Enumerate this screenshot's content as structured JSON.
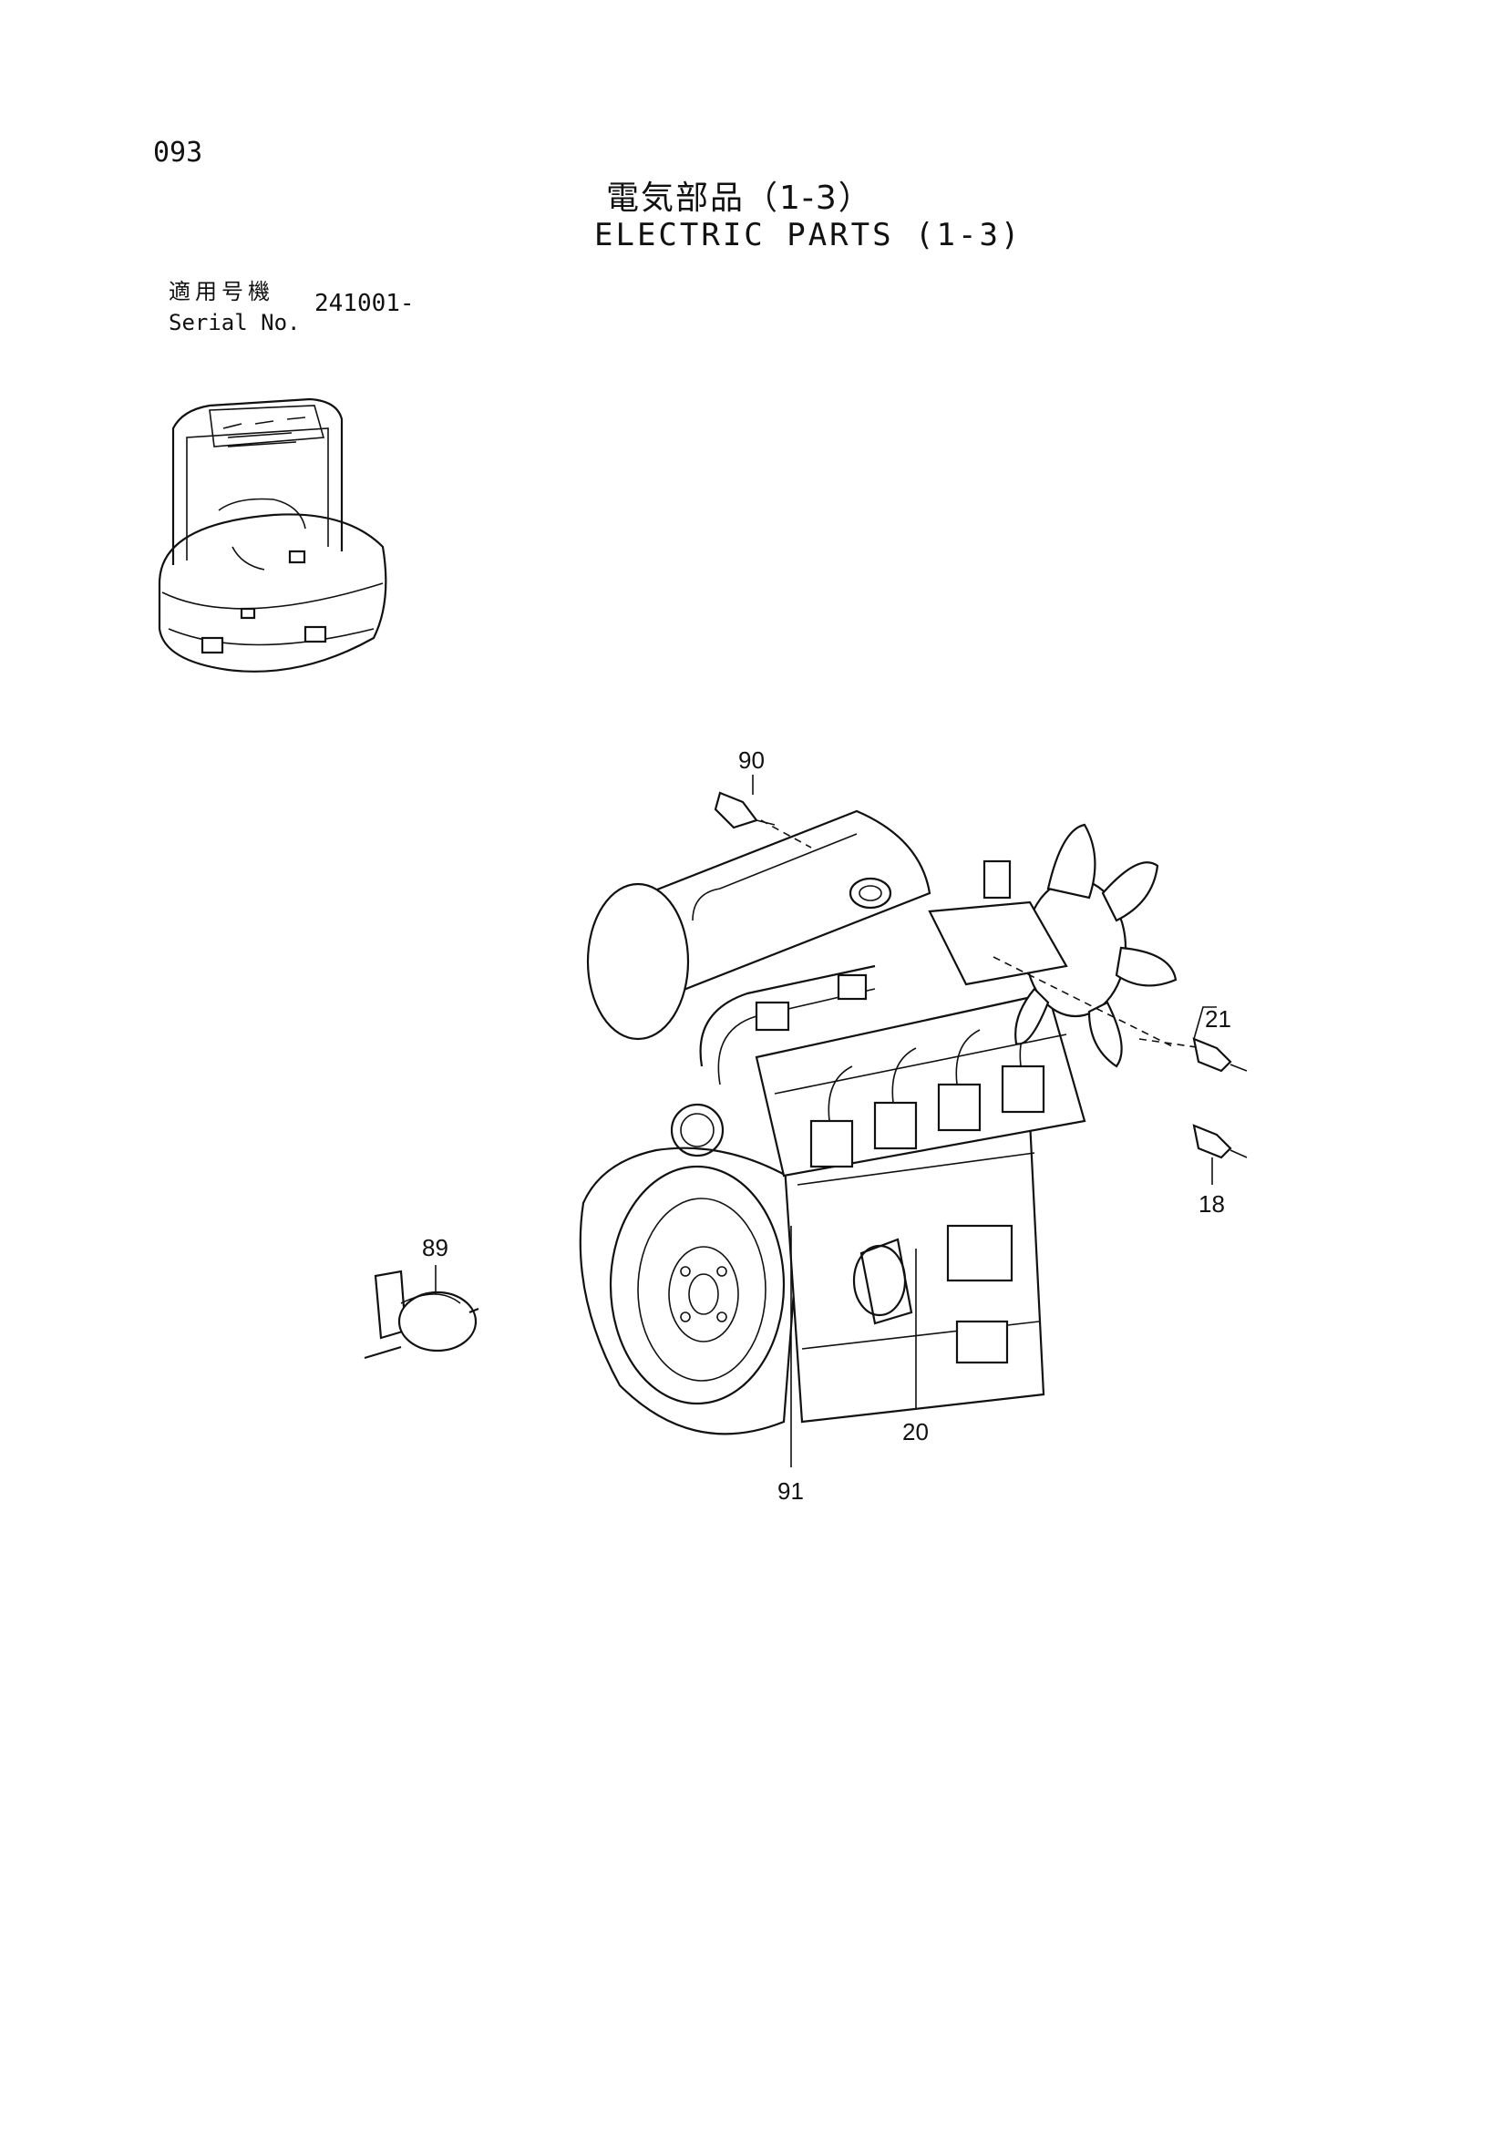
{
  "header": {
    "page_number": "093",
    "title_jp": "電気部品（1-3）",
    "title_en": "ELECTRIC PARTS (1-3)"
  },
  "serial": {
    "label_jp": "適用号機",
    "label_en": "Serial No.",
    "value": "241001-"
  },
  "callouts": {
    "c90": "90",
    "c21": "21",
    "c18": "18",
    "c89": "89",
    "c20": "20",
    "c91": "91"
  }
}
